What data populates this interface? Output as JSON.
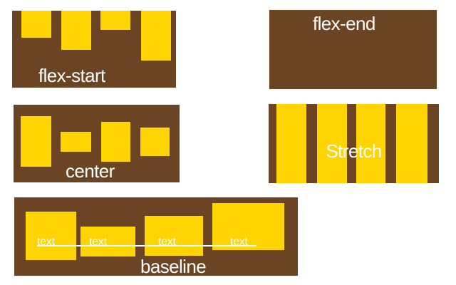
{
  "colors": {
    "background": "#FFFFFF",
    "container": "#6B4423",
    "item": "#FFD400",
    "label": "#FFFFFF"
  },
  "panels": {
    "flex_start": {
      "label": "flex-start"
    },
    "flex_end": {
      "label": "flex-end"
    },
    "center": {
      "label": "center"
    },
    "stretch": {
      "label": "Stretch"
    },
    "baseline": {
      "label": "baseline",
      "items": [
        "text",
        "text",
        "text",
        "text"
      ]
    }
  }
}
